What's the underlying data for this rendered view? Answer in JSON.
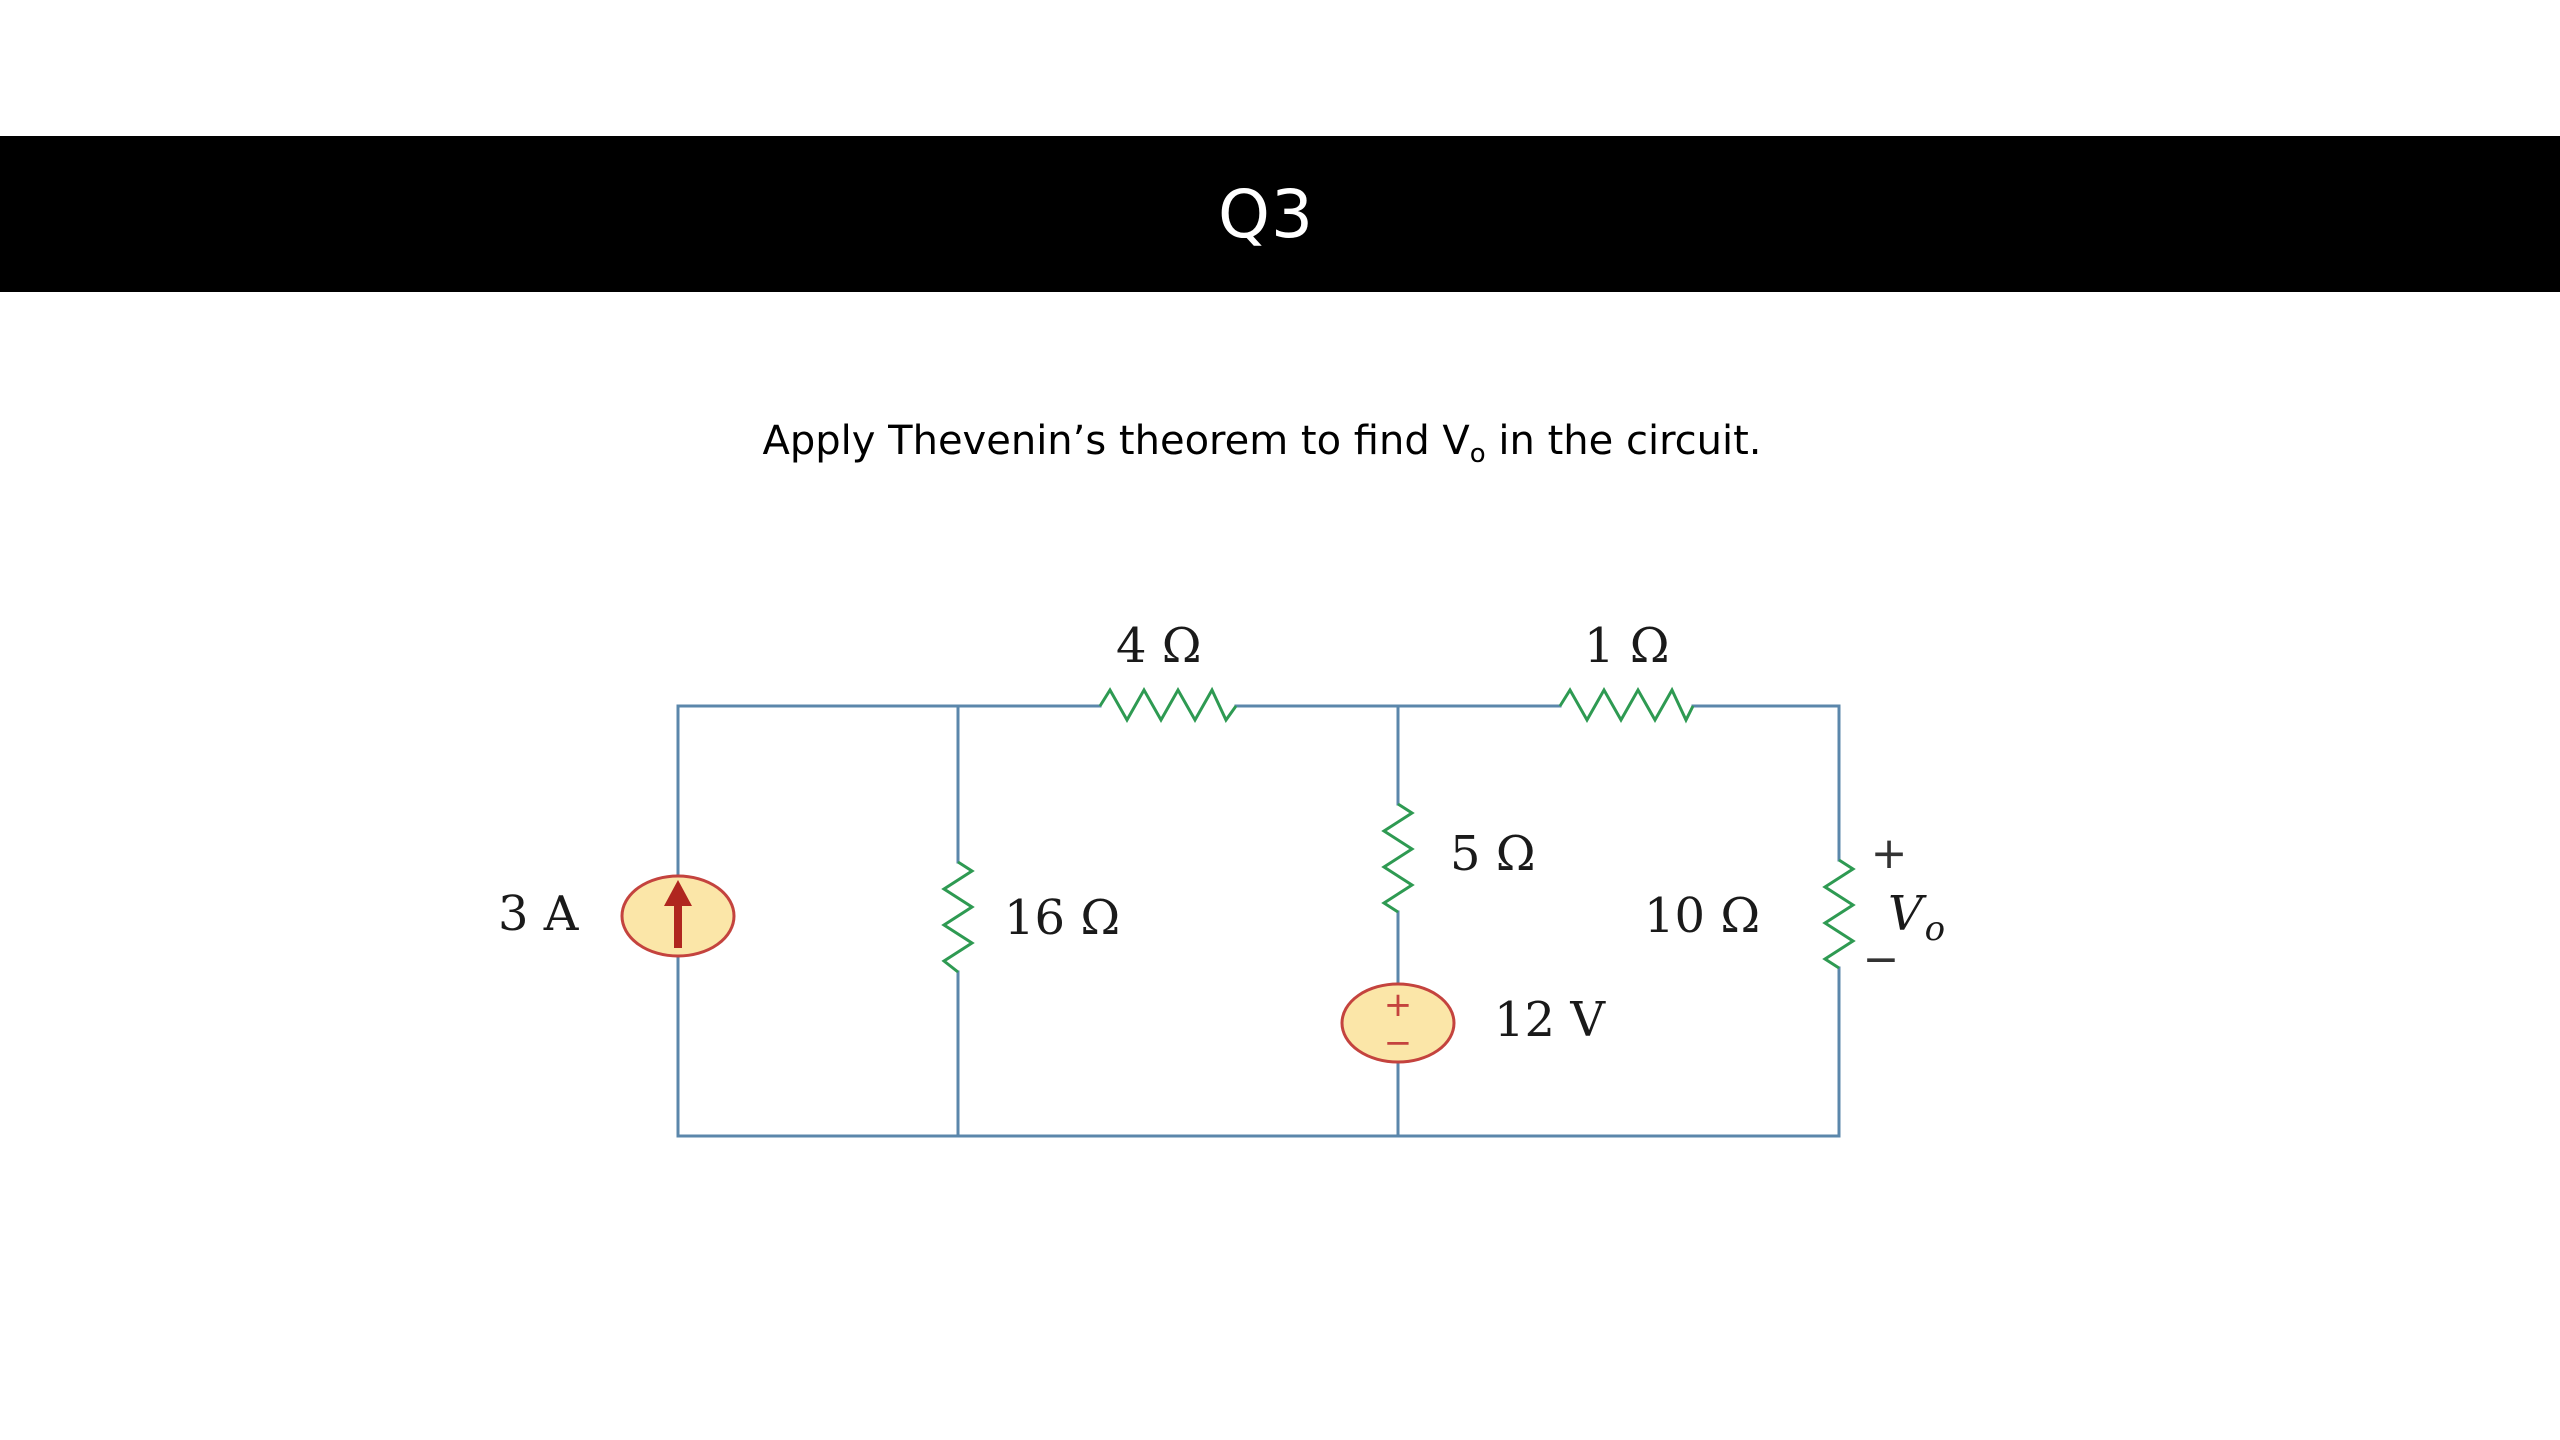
{
  "slide": {
    "title": "Q3",
    "question_before": "Apply Thevenin’s theorem to find V",
    "question_sub": "o",
    "question_after": " in the circuit."
  },
  "circuit": {
    "current_source_label": "3 A",
    "r16_label": "16 Ω",
    "r4_label": "4 Ω",
    "r5_label": "5 Ω",
    "voltage_source_label": "12 V",
    "vs_plus": "+",
    "vs_minus": "−",
    "r1_label": "1 Ω",
    "r10_label": "10 Ω",
    "vo_plus": "+",
    "vo_minus": "−",
    "vo_label": "V",
    "vo_sub": "o"
  },
  "colors": {
    "wire": "#5b87ab",
    "resistor": "#2e9a52",
    "source_fill": "#fbe6a8",
    "source_stroke": "#c4433e",
    "arrow": "#b0261f"
  }
}
